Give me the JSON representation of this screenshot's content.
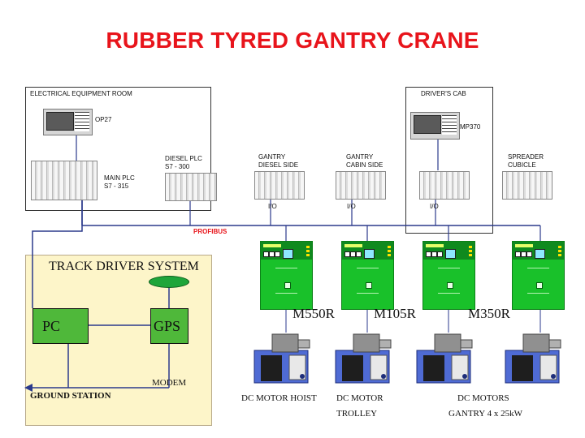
{
  "title": "RUBBER TYRED GANTRY CRANE",
  "rooms": {
    "electrical": "ELECTRICAL EQUIPMENT ROOM",
    "drivers_cab": "DRIVER'S CAB"
  },
  "panels": {
    "op27": "OP27",
    "mp370": "MP370"
  },
  "plc": {
    "main_line1": "MAIN PLC",
    "main_line2": "S7 - 315",
    "diesel_line1": "DIESEL PLC",
    "diesel_line2": "S7 - 300",
    "gantry_diesel_line1": "GANTRY",
    "gantry_diesel_line2": "DIESEL SIDE",
    "gantry_cabin_line1": "GANTRY",
    "gantry_cabin_line2": "CABIN SIDE",
    "spreader_line1": "SPREADER",
    "spreader_line2": "CUBICLE"
  },
  "io_labels": [
    "I/O",
    "I/O",
    "I/O"
  ],
  "profibus": "PROFIBUS",
  "track": {
    "title": "TRACK DRIVER SYSTEM",
    "pc": "PC",
    "gps": "GPS",
    "modem": "MODEM",
    "ground_station": "GROUND STATION"
  },
  "drive_labels": [
    "M550R",
    "M105R",
    "M350R"
  ],
  "motor_labels": {
    "hoist": "DC MOTOR HOIST",
    "trolley_line1": "DC MOTOR",
    "trolley_line2": "TROLLEY",
    "gantry_line1": "DC MOTORS",
    "gantry_line2": "GANTRY 4 x 25kW"
  },
  "colors": {
    "title": "#e8141b",
    "bus_line": "#2b3a8c",
    "track_bg": "#fdf5c9",
    "drive_green": "#19c12a",
    "box_green": "#4fb83a"
  }
}
